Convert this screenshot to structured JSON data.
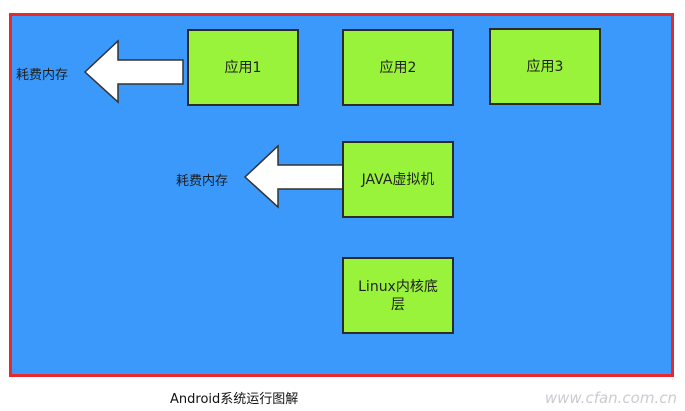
{
  "diagram": {
    "boxes": {
      "app1": "应用1",
      "app2": "应用2",
      "app3": "应用3",
      "jvm": "JAVA虚拟机",
      "kernel": "Linux内核底层"
    },
    "arrow_labels": {
      "top": "耗费内存",
      "middle": "耗费内存"
    },
    "caption": "Android系统运行图解",
    "watermark": "www.cfan.com.cn",
    "colors": {
      "background": "#3a99fb",
      "frame_border": "#e8282f",
      "box_fill": "#99f33a",
      "box_border": "#2b2b2b",
      "arrow_fill": "#ffffff"
    }
  }
}
